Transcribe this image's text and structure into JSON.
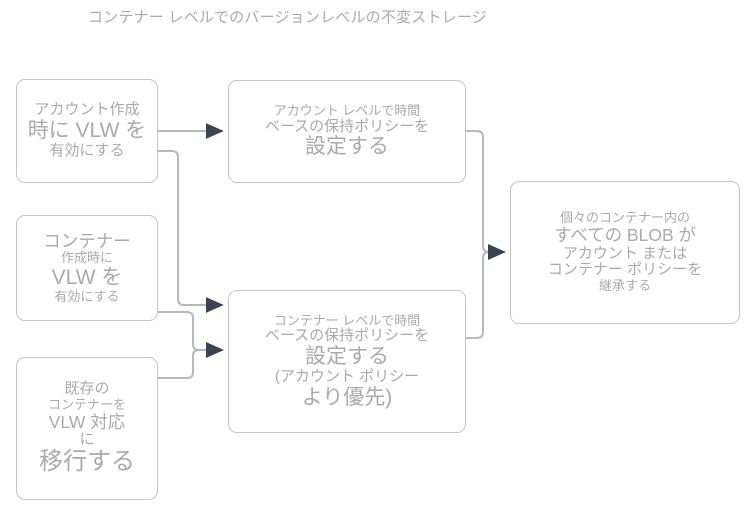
{
  "diagram": {
    "title": "コンテナー レベルでのバージョンレベルの不変ストレージ",
    "colors": {
      "text": "#a8aaad",
      "node_border": "#c3c6c9",
      "edge_line": "#b6babe",
      "arrow_head": "#3b4250",
      "background": "#ffffff"
    },
    "nodes": [
      {
        "id": "account-vlw",
        "lines": [
          {
            "text": "アカウント作成",
            "size": "s15"
          },
          {
            "text": "時に VLW を",
            "size": "s21"
          },
          {
            "text": "有効にする",
            "size": "s15"
          }
        ]
      },
      {
        "id": "container-vlw",
        "lines": [
          {
            "text": "コンテナー",
            "size": "s17"
          },
          {
            "text": "作成時に",
            "size": "s13"
          },
          {
            "text": "VLW を",
            "size": "s21"
          },
          {
            "text": "有効にする",
            "size": "s13"
          }
        ]
      },
      {
        "id": "migrate-vlw",
        "lines": [
          {
            "text": "既存の",
            "size": "s15"
          },
          {
            "text": "コンテナーを",
            "size": "s13"
          },
          {
            "text": "VLW 対応",
            "size": "s17"
          },
          {
            "text": "に",
            "size": "s15"
          },
          {
            "text": "移行する",
            "size": "s24"
          }
        ]
      },
      {
        "id": "account-policy",
        "lines": [
          {
            "text": "アカウント レベルで時間",
            "size": "s13"
          },
          {
            "text": "ベースの保持ポリシーを",
            "size": "s15"
          },
          {
            "text": "設定する",
            "size": "s21"
          }
        ]
      },
      {
        "id": "container-policy",
        "lines": [
          {
            "text": "コンテナー レベルで時間",
            "size": "s13"
          },
          {
            "text": "ベースの保持ポリシーを",
            "size": "s15"
          },
          {
            "text": "設定する",
            "size": "s21"
          },
          {
            "text": "(アカウント ポリシー",
            "size": "s15"
          },
          {
            "text": "より優先)",
            "size": "s21"
          }
        ]
      },
      {
        "id": "inherit",
        "lines": [
          {
            "text": "個々のコンテナー内の",
            "size": "s13"
          },
          {
            "text": "すべての BLOB が",
            "size": "s17"
          },
          {
            "text": "アカウント または",
            "size": "s15"
          },
          {
            "text": "コンテナー ポリシーを",
            "size": "s15"
          },
          {
            "text": "継承する",
            "size": "s13"
          }
        ]
      }
    ],
    "edges": [
      {
        "id": "account-vlw-to-account-policy",
        "from": "account-vlw",
        "to": "account-policy"
      },
      {
        "id": "account-vlw-to-container-policy",
        "from": "account-vlw",
        "to": "container-policy"
      },
      {
        "id": "container-vlw-to-container-policy",
        "from": "container-vlw",
        "to": "container-policy"
      },
      {
        "id": "migrate-vlw-to-container-policy",
        "from": "migrate-vlw",
        "to": "container-policy"
      },
      {
        "id": "account-policy-to-inherit",
        "from": "account-policy",
        "to": "inherit"
      },
      {
        "id": "container-policy-to-inherit",
        "from": "container-policy",
        "to": "inherit"
      }
    ]
  }
}
